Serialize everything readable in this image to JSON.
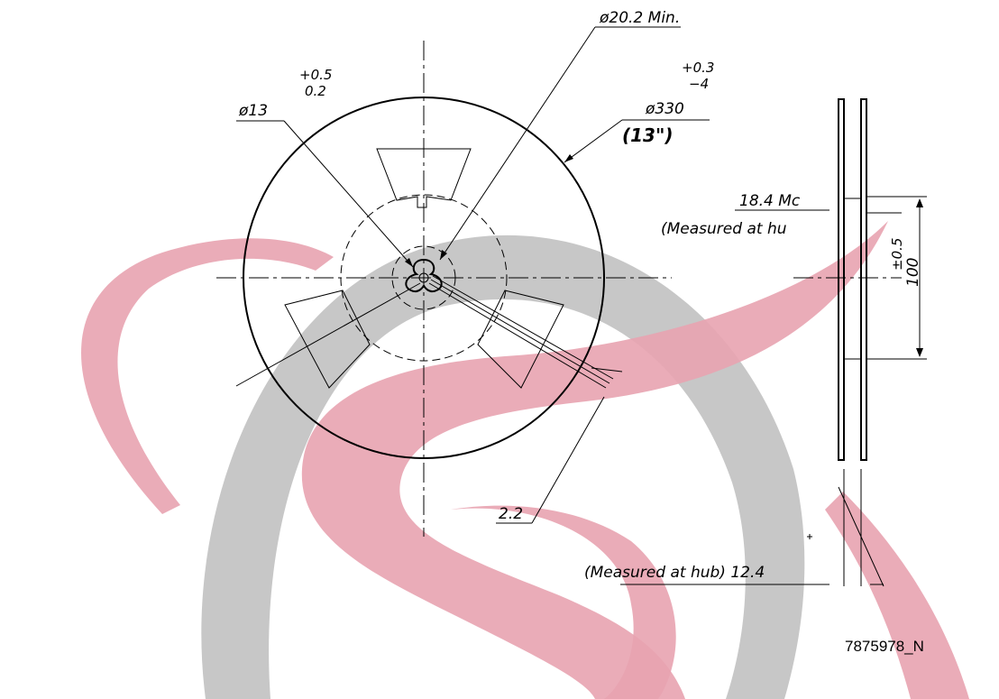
{
  "drawing": {
    "hub_min_diameter": "ø20.2  Min.",
    "arbor_tol_plus": "+0.5",
    "arbor_tol_minus": "0.2",
    "arbor_diameter": "ø13",
    "reel_tol_plus": "+0.3",
    "reel_tol_minus": "−4",
    "reel_diameter": "ø330",
    "reel_inch": "(13\")",
    "width_outer": "18.4  Mc",
    "width_outer_note": "(Measured  at  hu",
    "hub_height_tol": "±0.5",
    "hub_height": "100",
    "slot_width": "2.2",
    "width_inner": "(Measured  at  hub)  12.4",
    "drawing_number": "7875978_N"
  },
  "watermark": {
    "red": "#e8a3b0",
    "gray": "#bdbdbd"
  }
}
